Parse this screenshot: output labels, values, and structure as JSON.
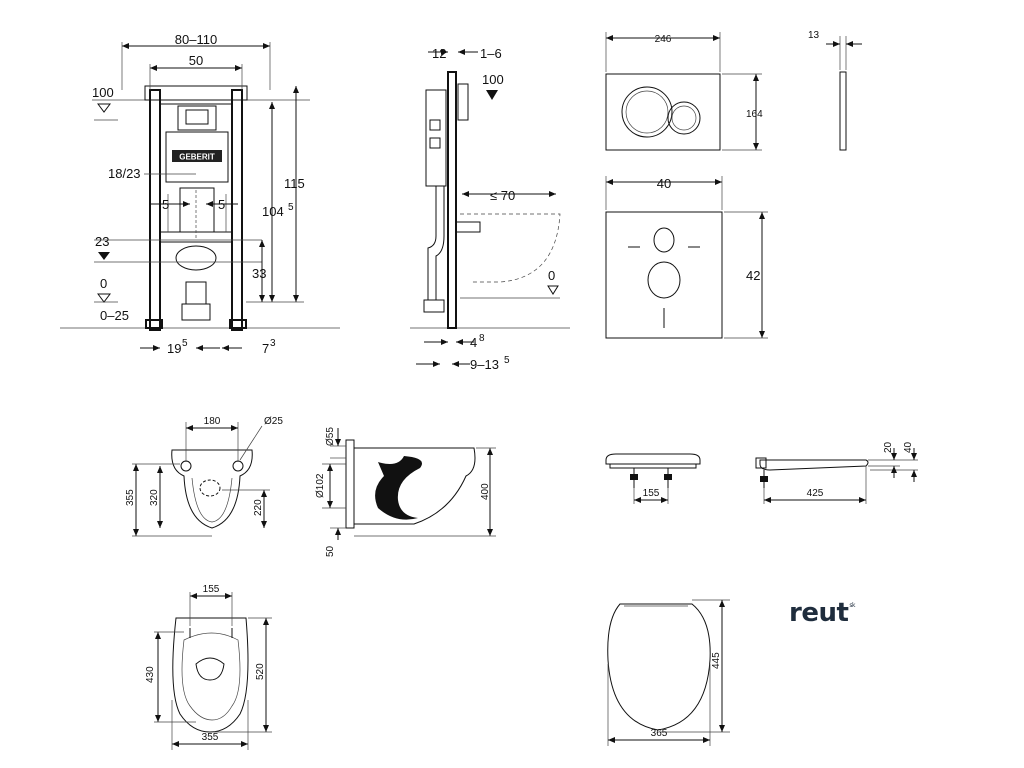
{
  "brand": {
    "logo_text": "reut",
    "logo_sup": "sk",
    "frame_label": "GEBERIT"
  },
  "frame_front": {
    "labels": {
      "width_range": "80–110",
      "inner_width": "50",
      "top_level": "100",
      "height_total": "115",
      "height_mid": "104",
      "height_mid_sup": "5",
      "side_pipe": "18/23",
      "offset_left": "5",
      "offset_right": "5",
      "level_23": "23",
      "drain_33": "33",
      "floor_0": "0",
      "floor_range": "0–25",
      "foot_left": "19",
      "foot_left_sup": "5",
      "foot_right": "7",
      "foot_right_sup": "3"
    }
  },
  "frame_side": {
    "labels": {
      "depth_12": "12",
      "depth_range": "1–6",
      "top_100": "100",
      "projection": "≤ 70",
      "floor_0": "0",
      "bottom_4": "4",
      "bottom_4_sup": "8",
      "bottom_range": "9–13",
      "bottom_range_sup": "5"
    }
  },
  "flush_plate": {
    "labels": {
      "width": "246",
      "height": "164",
      "thickness": "13"
    }
  },
  "sound_pad": {
    "labels": {
      "width": "40",
      "height": "42"
    }
  },
  "bowl_front": {
    "labels": {
      "bolt_spacing": "180",
      "bolt_diameter": "Ø25",
      "height_355": "355",
      "height_320": "320",
      "height_220": "220"
    }
  },
  "bowl_side": {
    "labels": {
      "d55": "Ø55",
      "d102": "Ø102",
      "h50": "50",
      "h400": "400"
    }
  },
  "bowl_top": {
    "labels": {
      "bolt_spacing": "155",
      "inner_430": "430",
      "outer_520": "520",
      "width_355": "355"
    }
  },
  "seat_front": {
    "labels": {
      "hinge_spacing": "155"
    }
  },
  "seat_side": {
    "labels": {
      "length_425": "425",
      "h20": "20",
      "h40": "40"
    }
  },
  "seat_top": {
    "labels": {
      "length_445": "445",
      "width_365": "365"
    }
  }
}
